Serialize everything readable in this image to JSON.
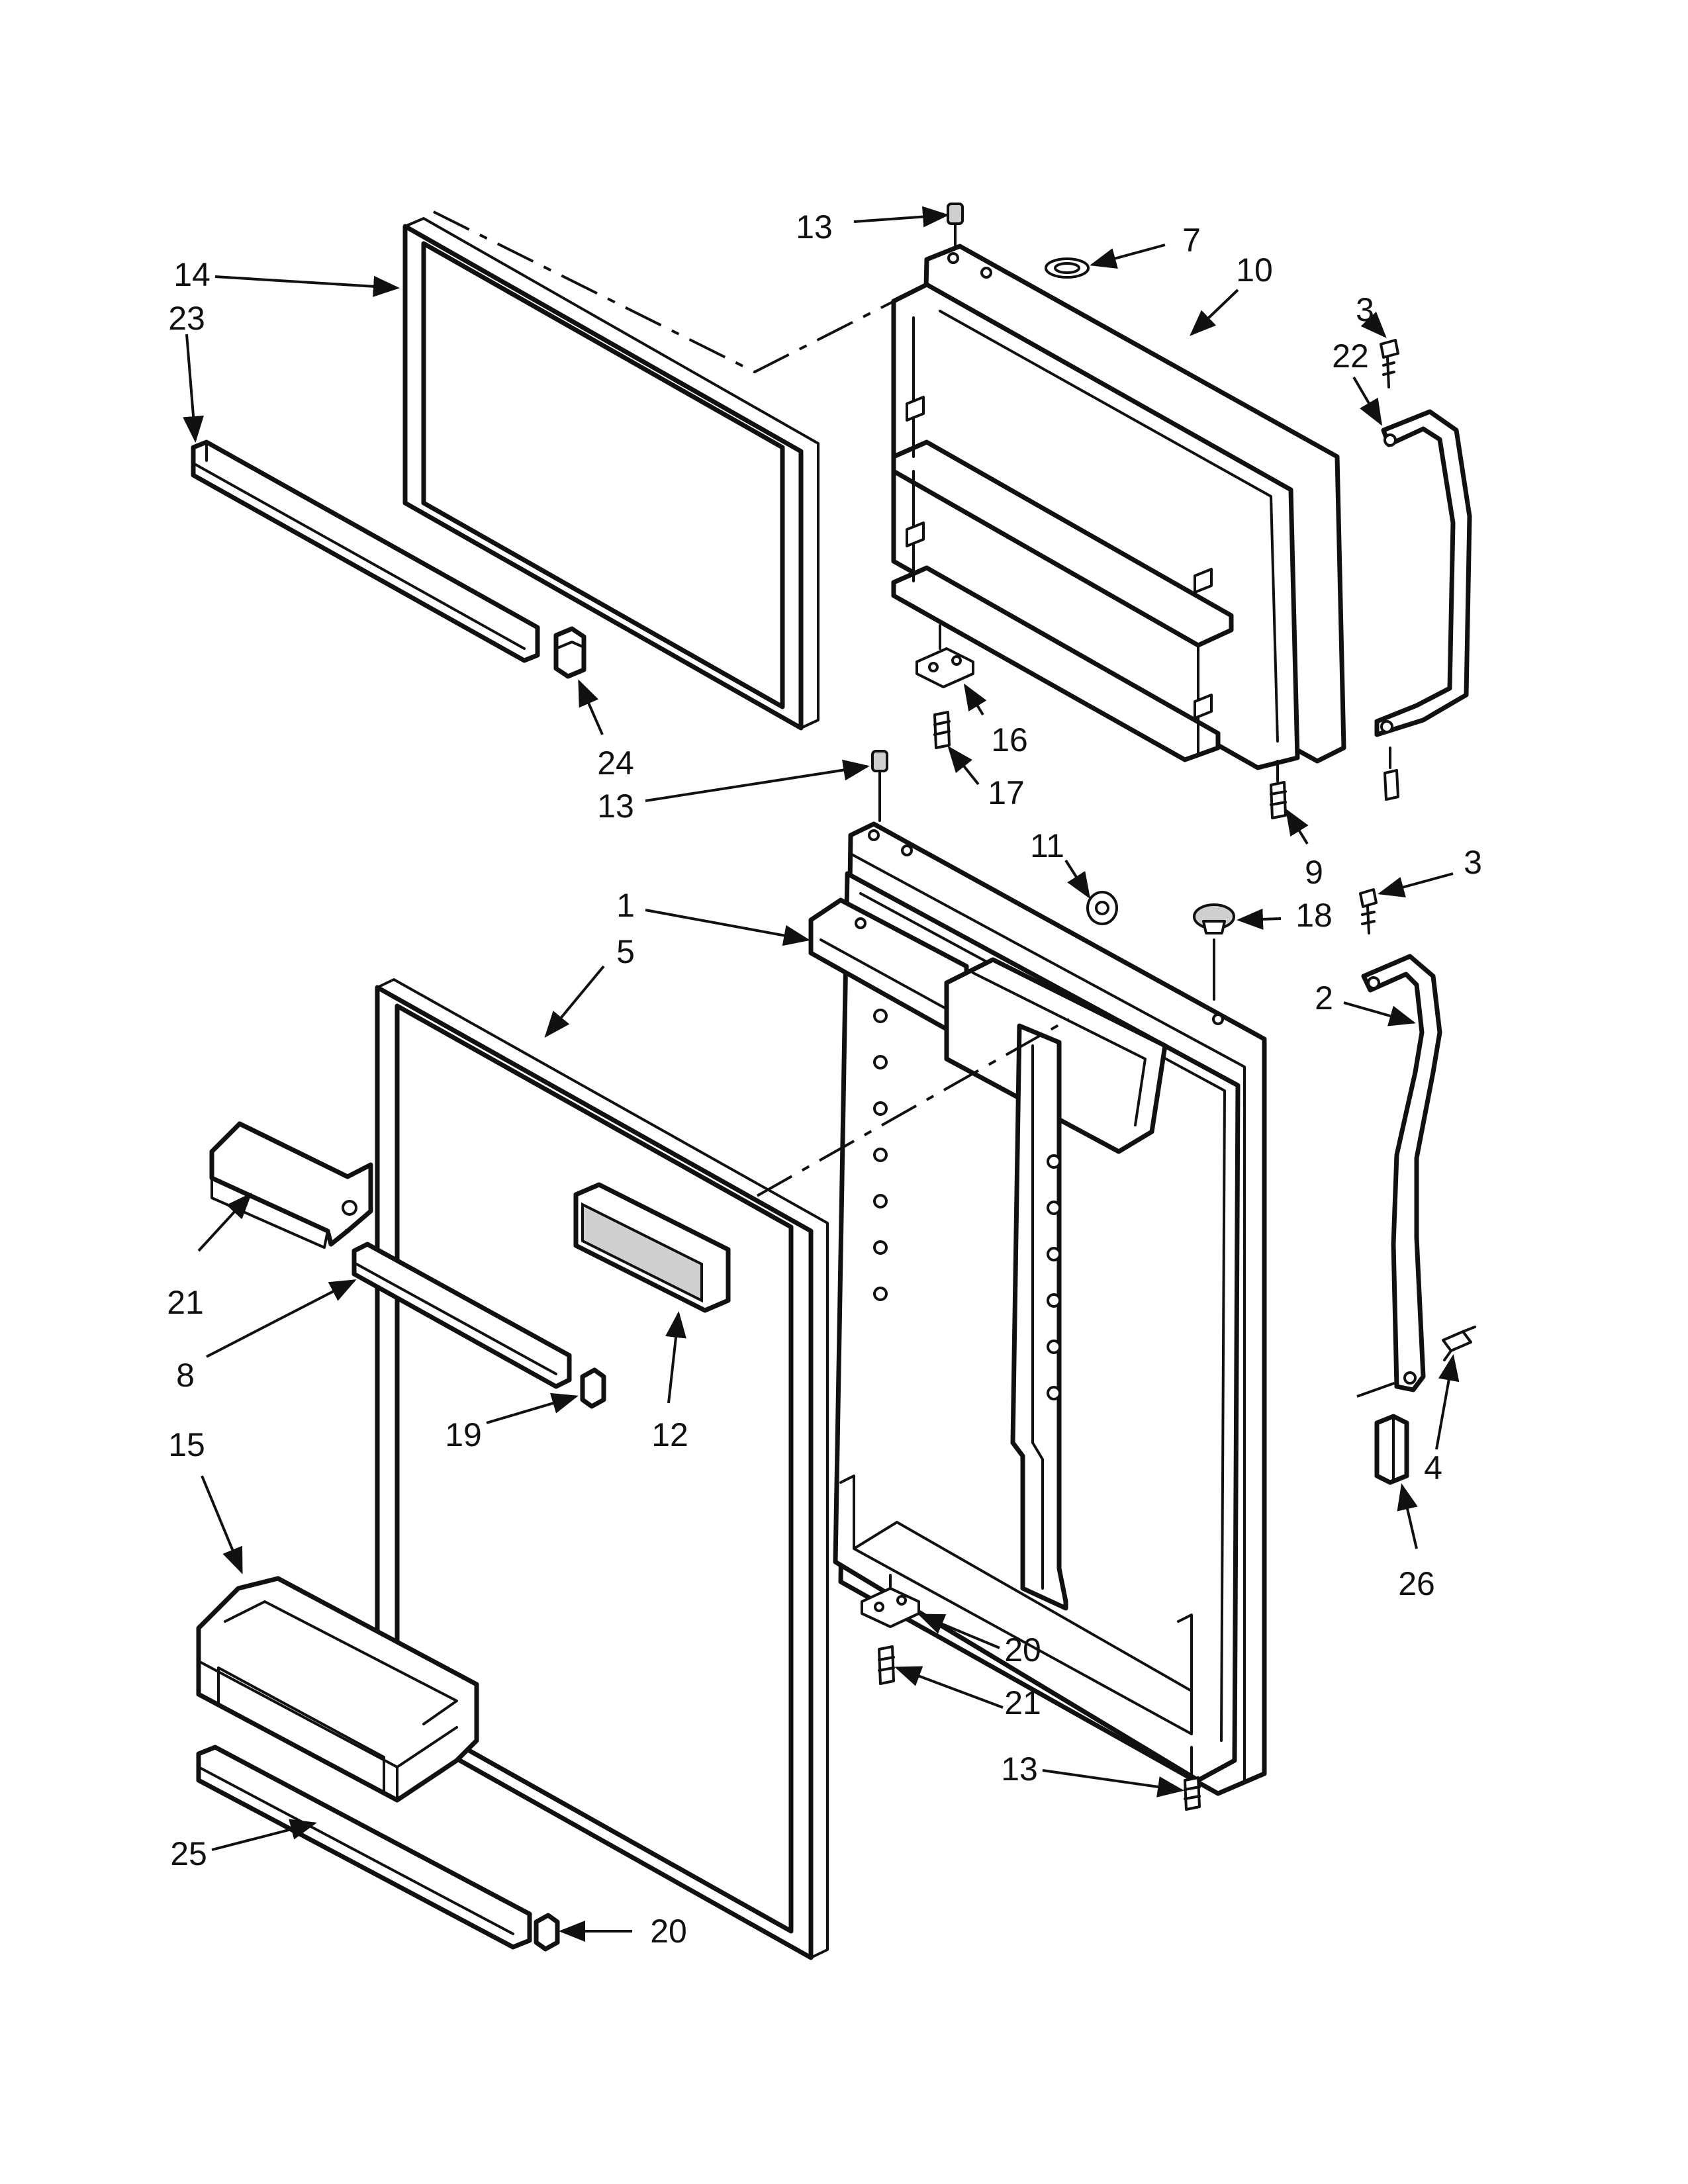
{
  "callouts": [
    {
      "label": "13"
    },
    {
      "label": "7"
    },
    {
      "label": "10"
    },
    {
      "label": "14"
    },
    {
      "label": "23"
    },
    {
      "label": "3"
    },
    {
      "label": "22"
    },
    {
      "label": "24"
    },
    {
      "label": "16"
    },
    {
      "label": "13"
    },
    {
      "label": "17"
    },
    {
      "label": "11"
    },
    {
      "label": "9"
    },
    {
      "label": "3"
    },
    {
      "label": "1"
    },
    {
      "label": "18"
    },
    {
      "label": "5"
    },
    {
      "label": "2"
    },
    {
      "label": "21"
    },
    {
      "label": "8"
    },
    {
      "label": "19"
    },
    {
      "label": "12"
    },
    {
      "label": "4"
    },
    {
      "label": "15"
    },
    {
      "label": "26"
    },
    {
      "label": "20"
    },
    {
      "label": "21"
    },
    {
      "label": "13"
    },
    {
      "label": "25"
    },
    {
      "label": "20"
    }
  ]
}
